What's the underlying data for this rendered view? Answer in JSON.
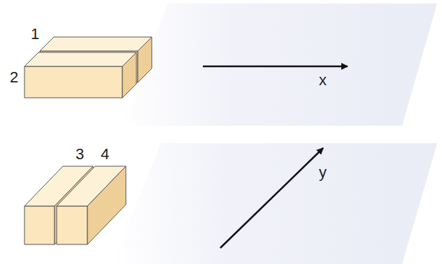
{
  "diagram": {
    "labels": [
      "1",
      "2",
      "x",
      "3",
      "4",
      "y"
    ]
  }
}
